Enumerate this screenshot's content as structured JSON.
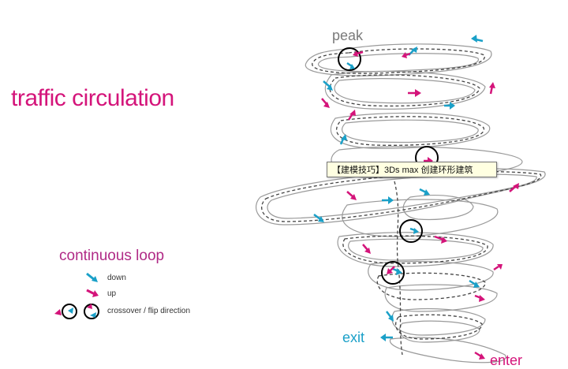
{
  "title": "traffic circulation",
  "legend": {
    "title": "continuous loop",
    "items": [
      {
        "label": "down",
        "color": "#1aa0c8"
      },
      {
        "label": "up",
        "color": "#d4147a"
      },
      {
        "label": "crossover / flip direction",
        "color": "#000000"
      }
    ]
  },
  "labels": {
    "peak": "peak",
    "exit": "exit",
    "enter": "enter"
  },
  "tooltip": "【建模技巧】3Ds max 创建环形建筑",
  "colors": {
    "down": "#1aa0c8",
    "up": "#d4147a",
    "ramp": "#9a9a9a"
  }
}
